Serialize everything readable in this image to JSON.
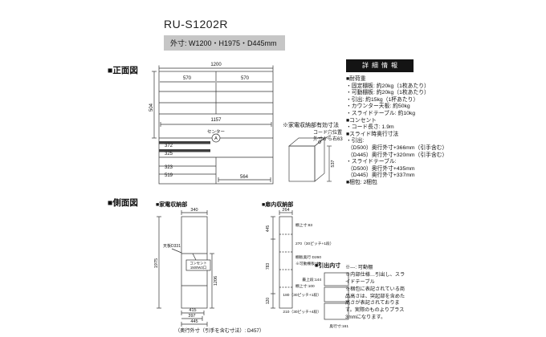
{
  "colors": {
    "subtitle_bg": "#c6c6c6",
    "details_header_bg": "#141414",
    "line_color": "#333333",
    "appliance_band": "#3f3f3f"
  },
  "header": {
    "title": "RU-S1202R",
    "outer_dims": "外寸: W1200・H1975・D445mm"
  },
  "front_view": {
    "section_label": "■正面図",
    "dim_width": "1200",
    "dim_shelf_left": "570",
    "dim_shelf_right": "570",
    "dim_counter": "1157",
    "center_label": "センター",
    "dim_left_height": "504",
    "dim_appl_1": "372",
    "dim_appl_2": "325",
    "dim_drawer_1": "323",
    "dim_drawer_2": "519",
    "dim_bottom": "564",
    "marker": "A"
  },
  "appliance_note": {
    "title": "※家電収納部有効寸法",
    "cord_line1": "コード穴位置",
    "cord_line2": "外寸から右63",
    "dim_height": "537"
  },
  "details": {
    "header": "詳細情報",
    "lines": [
      "■耐荷重",
      "・固定棚板: 約20kg（1枚あたり）",
      "・可動棚板: 約20kg（1枚あたり）",
      "・引出: 約15kg（1杯あたり）",
      "・カウンター天板: 約50kg",
      "・スライドテーブル: 約10kg",
      "■コンセント",
      "・コード長さ: 1.9m",
      "■スライド時奥行寸法",
      "・引出:",
      " （D500）奥行外寸+366mm（引手含む）",
      " （D445）奥行外寸+320mm（引手含む）",
      "・スライドテーブル:",
      " （D500）奥行外寸+435mm",
      " （D445）奥行外寸+337mm",
      "■梱包: 2梱包"
    ]
  },
  "side_view": {
    "section_label": "■側面図",
    "appliance": {
      "label": "■家電収納部",
      "dim_top": "340",
      "counter_label": "天板D331",
      "dim_height": "1975",
      "dim_lower": "1206",
      "outlet_line1": "コンセント",
      "outlet_line2": "1500W2口",
      "dim_b1": "415",
      "dim_b2": "397",
      "dim_b3": "445",
      "footnote": "（奥行外寸（引手を含む寸法）: D457）"
    },
    "door": {
      "label": "■扉内収納部",
      "dim_top": "264",
      "ann_top": "棚上寸:83",
      "ann_pitch": "270（30ピッチ+1段）",
      "ann_depth": "棚板奥行 D260",
      "ann_movable": "※可動棚板3枚",
      "ann_bottom": "棚上寸:100",
      "dim_l1": "445",
      "dim_l2": "783",
      "dim_l3": "120"
    },
    "drawer": {
      "label": "■引出内寸",
      "ann_1": "最上段:144",
      "ann_2": "180（30ピッチ+1段）",
      "ann_3": "210（30ピッチ+4段）",
      "depth": "奥行寸:161"
    },
    "notes": [
      "※---: 可動棚",
      "※内部仕様…引出し、スライドテーブル"
    ],
    "packing_note": "※梱包に表記されている商品高さは、突起部を含めた高さが表記されております。実際のものよりプラス3mmになります。"
  }
}
